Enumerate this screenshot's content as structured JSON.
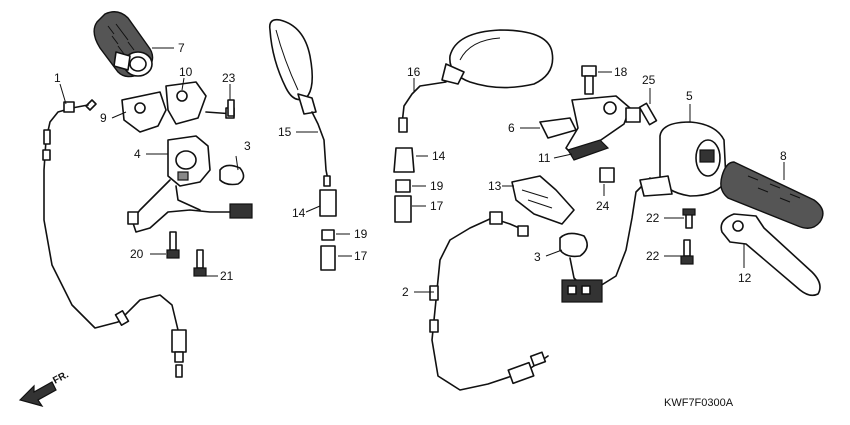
{
  "diagram": {
    "code": "KWF7F0300A",
    "direction_label": "FR.",
    "callouts": [
      {
        "id": "1",
        "label": "1"
      },
      {
        "id": "2",
        "label": "2"
      },
      {
        "id": "3a",
        "label": "3"
      },
      {
        "id": "3b",
        "label": "3"
      },
      {
        "id": "4",
        "label": "4"
      },
      {
        "id": "5",
        "label": "5"
      },
      {
        "id": "6",
        "label": "6"
      },
      {
        "id": "7",
        "label": "7"
      },
      {
        "id": "8",
        "label": "8"
      },
      {
        "id": "9",
        "label": "9"
      },
      {
        "id": "10",
        "label": "10"
      },
      {
        "id": "11",
        "label": "11"
      },
      {
        "id": "12",
        "label": "12"
      },
      {
        "id": "13",
        "label": "13"
      },
      {
        "id": "14a",
        "label": "14"
      },
      {
        "id": "14b",
        "label": "14"
      },
      {
        "id": "14c",
        "label": "14"
      },
      {
        "id": "15",
        "label": "15"
      },
      {
        "id": "16",
        "label": "16"
      },
      {
        "id": "17a",
        "label": "17"
      },
      {
        "id": "17b",
        "label": "17"
      },
      {
        "id": "18",
        "label": "18"
      },
      {
        "id": "19a",
        "label": "19"
      },
      {
        "id": "19b",
        "label": "19"
      },
      {
        "id": "20",
        "label": "20"
      },
      {
        "id": "21",
        "label": "21"
      },
      {
        "id": "22a",
        "label": "22"
      },
      {
        "id": "22b",
        "label": "22"
      },
      {
        "id": "23",
        "label": "23"
      },
      {
        "id": "24",
        "label": "24"
      },
      {
        "id": "25",
        "label": "25"
      }
    ]
  }
}
